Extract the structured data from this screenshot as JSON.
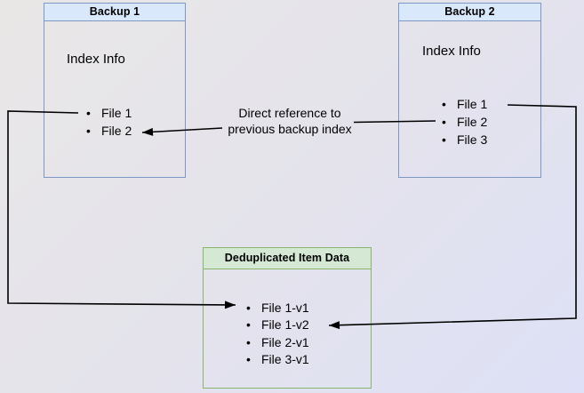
{
  "nodes": {
    "backup1": {
      "title": "Backup 1",
      "section_label": "Index Info",
      "files": [
        "File 1",
        "File 2"
      ]
    },
    "backup2": {
      "title": "Backup 2",
      "section_label": "Index Info",
      "files": [
        "File 1",
        "File 2",
        "File 3"
      ]
    },
    "dedup": {
      "title": "Deduplicated Item Data",
      "items": [
        "File 1-v1",
        "File 1-v2",
        "File 2-v1",
        "File 3-v1"
      ]
    }
  },
  "annotation": {
    "line1": "Direct reference to",
    "line2": "previous backup index"
  },
  "colors": {
    "blue_node_border": "#7d97c6",
    "blue_node_header_fill": "#dae8fc",
    "green_node_border": "#8ab56f",
    "green_node_header_fill": "#d5e8d4",
    "arrow": "#000000",
    "background_top_left": "#e9e7e6",
    "background_bottom_right": "#dde0f6",
    "text": "#000000"
  }
}
